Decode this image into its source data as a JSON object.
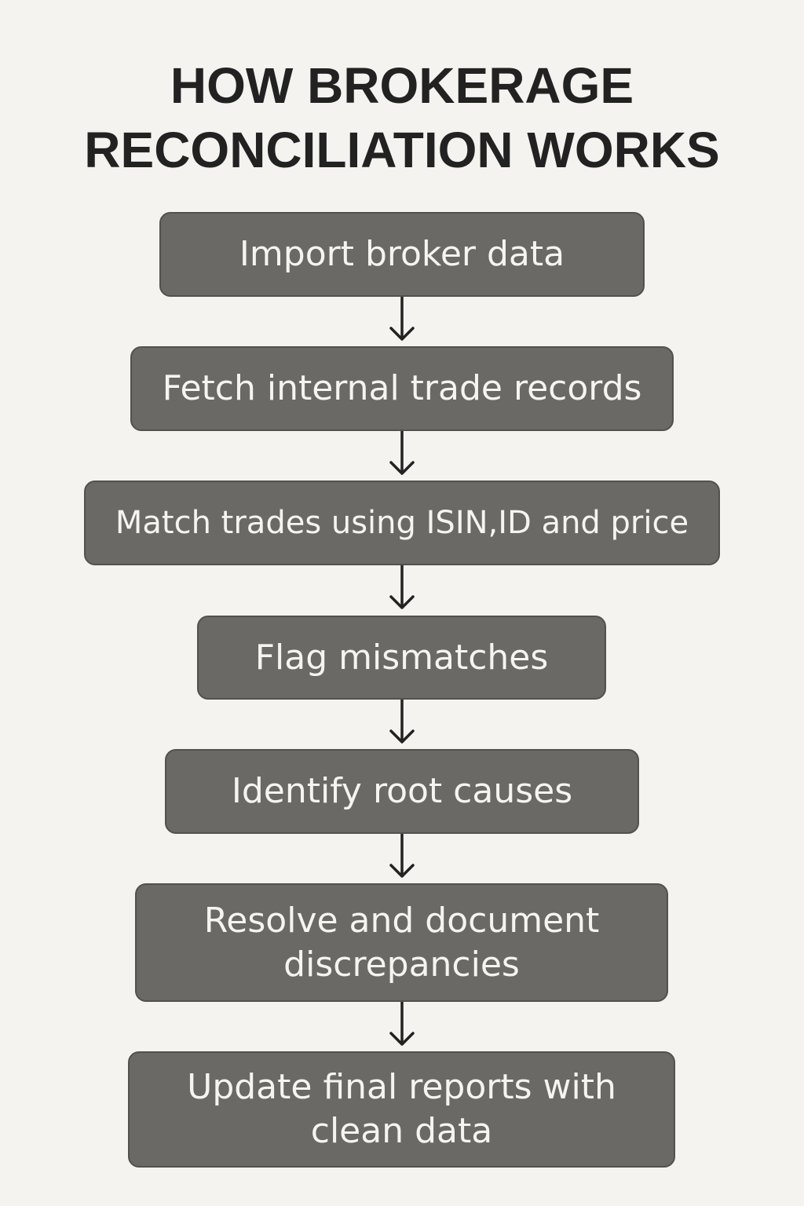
{
  "title": {
    "line1": "HOW BROKERAGE",
    "line2": "RECONCILIATION WORKS"
  },
  "steps": [
    "Import broker data",
    "Fetch internal trade records",
    "Match trades using ISIN,ID and price",
    "Flag mismatches",
    "Identify root causes",
    "Resolve and document\ndiscrepancies",
    "Update final reports with\nclean data"
  ],
  "colors": {
    "background": "#f4f3ef",
    "box_fill": "#6a6965",
    "box_text": "#f5f4f0",
    "title_text": "#222222",
    "arrow": "#222222"
  }
}
